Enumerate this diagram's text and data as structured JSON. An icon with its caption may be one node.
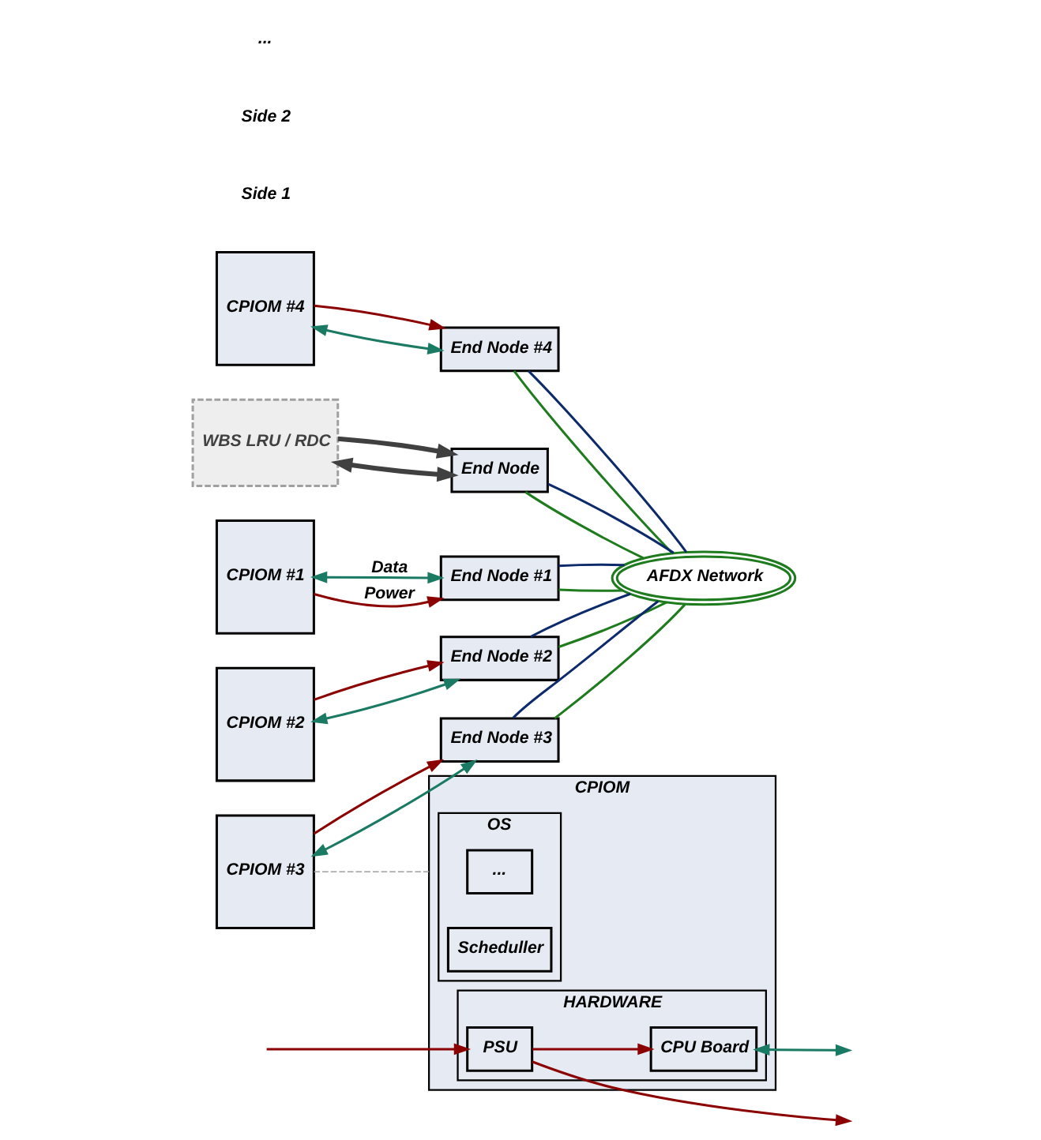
{
  "diagram": {
    "nodes": [
      {
        "text": [
          "CPIOM #1"
        ]
      },
      {
        "text": [
          "End Node #1"
        ]
      },
      {
        "text": [
          "End Node #2"
        ]
      },
      {
        "text": [
          "CPIOM #2"
        ]
      },
      {
        "text": [
          "AFDX Network"
        ]
      },
      {
        "text": [
          "CPIOM #3"
        ]
      },
      {
        "text": [
          "End Node #3"
        ]
      },
      {
        "text": [
          "End Node #4"
        ]
      },
      {
        "text": [
          "CPIOM #4"
        ]
      },
      {
        "text": [
          "End Node"
        ]
      },
      {
        "text": [
          "WBS LRU / RDC"
        ]
      },
      {
        "text": [
          "CPIOM"
        ]
      },
      {
        "text": [
          "OS"
        ],
        "in": 11
      },
      {
        "text": [
          "..."
        ],
        "in": 12
      },
      {
        "text": [
          "Scheduller"
        ],
        "in": 12
      },
      {
        "text": [
          "HARDWARE"
        ],
        "in": 11
      },
      {
        "text": [
          "CPU Board"
        ],
        "in": 15
      },
      {
        "text": [
          "PSU"
        ],
        "in": 15
      }
    ],
    "edges": [
      {
        "from": 0,
        "to": 1,
        "arrow": "both",
        "label": "Data",
        "color": "#1a7a64"
      },
      {
        "from": 0,
        "to": 1,
        "arrow": "to",
        "label": "Power",
        "color": "#8b0000"
      },
      {
        "from": 3,
        "to": 2,
        "arrow": "both",
        "color": "#1a7a64"
      },
      {
        "from": 3,
        "to": 2,
        "arrow": "to",
        "color": "#8b0000"
      },
      {
        "from": 5,
        "to": 6,
        "arrow": "both",
        "color": "#1a7a64"
      },
      {
        "from": 5,
        "to": 6,
        "arrow": "to",
        "color": "#8b0000"
      },
      {
        "from": 8,
        "to": 7,
        "arrow": "both",
        "color": "#1a7a64"
      },
      {
        "from": 8,
        "to": 7,
        "arrow": "to",
        "color": "#8b0000"
      },
      {
        "from": 1,
        "to": 4,
        "arrow": "none",
        "color": "#1e7b1e"
      },
      {
        "from": 1,
        "to": 4,
        "arrow": "none",
        "color": "#0d2a6b"
      },
      {
        "from": 2,
        "to": 4,
        "arrow": "none",
        "color": "#1e7b1e"
      },
      {
        "from": 2,
        "to": 4,
        "arrow": "none",
        "color": "#0d2a6b"
      },
      {
        "from": 6,
        "to": 4,
        "arrow": "none",
        "color": "#1e7b1e"
      },
      {
        "from": 6,
        "to": 4,
        "arrow": "none",
        "color": "#0d2a6b"
      },
      {
        "from": 7,
        "to": 4,
        "arrow": "none",
        "color": "#1e7b1e"
      },
      {
        "from": 7,
        "to": 4,
        "arrow": "none",
        "color": "#0d2a6b"
      },
      {
        "from": 9,
        "to": 4,
        "arrow": "none",
        "color": "#1e7b1e"
      },
      {
        "from": 9,
        "to": 4,
        "arrow": "none",
        "color": "#0d2a6b"
      },
      {
        "from": 10,
        "to": 9,
        "arrow": "both",
        "style": "thick",
        "color": "#404040"
      },
      {
        "from": 10,
        "to": 9,
        "arrow": "to",
        "style": "thick",
        "color": "#404040"
      },
      {
        "from": 5,
        "to": 11,
        "arrow": "none",
        "style": "dashed",
        "color": "#a0a0a0"
      },
      {
        "from": 17,
        "to": 16,
        "arrow": "to",
        "color": "#8b0000"
      },
      {
        "from": 16,
        "to": null,
        "arrow": "both",
        "color": "#1a7a64"
      },
      {
        "from": 17,
        "to": null,
        "arrow": "to",
        "color": "#8b0000"
      },
      {
        "from": null,
        "to": 17,
        "arrow": "to",
        "color": "#8b0000"
      }
    ],
    "labels": [
      "Side 1",
      "Side 2",
      "..."
    ]
  }
}
